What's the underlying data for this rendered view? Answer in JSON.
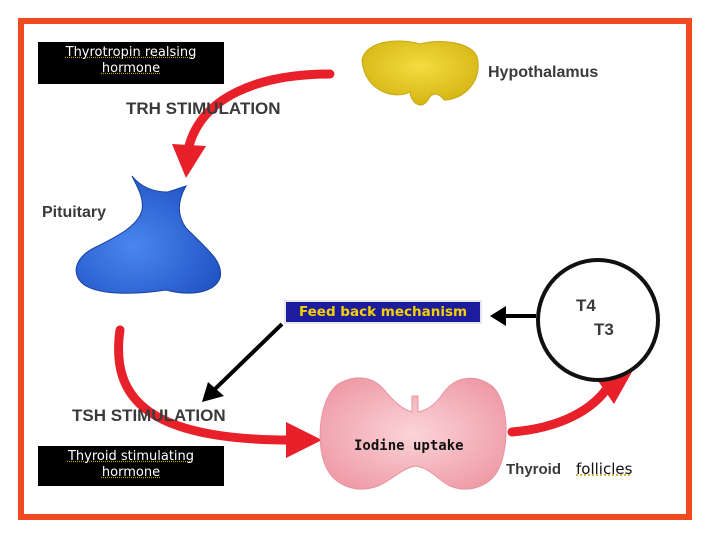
{
  "labels": {
    "trh_hormone_line1": "Thyrotropin realsing",
    "trh_hormone_line2": "hormone",
    "hypothalamus": "Hypothalamus",
    "trh_stimulation": "TRH STIMULATION",
    "pituitary": "Pituitary",
    "feedback": "Feed back mechanism",
    "t4": "T4",
    "t3": "T3",
    "tsh_stimulation": "TSH STIMULATION",
    "tsh_hormone_line1": "Thyroid stimulating",
    "tsh_hormone_line2": "hormone",
    "iodine_uptake": "Iodine uptake",
    "thyroid": "Thyroid",
    "follicles": "follicles"
  },
  "colors": {
    "frame": "#f04a1e",
    "arrow": "#e8202a",
    "hypothalamus": "#e8c81e",
    "pituitary": "#2a62d8",
    "thyroid": "#f4b8c0",
    "feedback_bg": "#1c1c9c",
    "feedback_text": "#f5d000"
  }
}
